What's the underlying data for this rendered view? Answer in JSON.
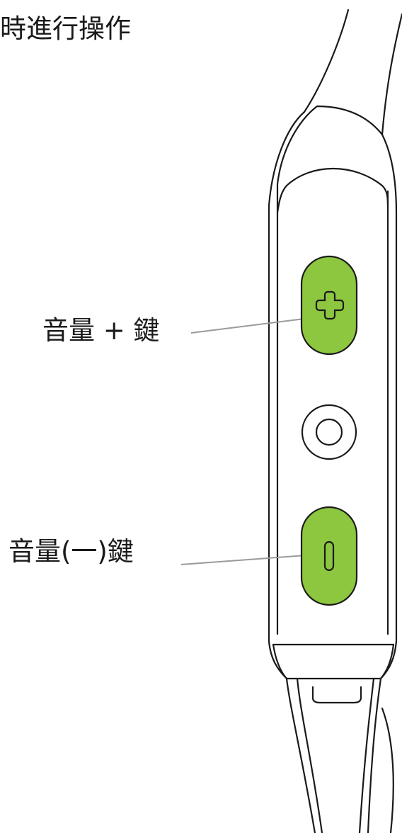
{
  "header": {
    "text": "時進行操作"
  },
  "labels": {
    "volume_up": "音量 + 鍵",
    "volume_down": "音量(一)鍵"
  },
  "colors": {
    "button_fill": "#8dc63f",
    "outline": "#1a1a1a",
    "leader_line": "#9a9a9a"
  }
}
